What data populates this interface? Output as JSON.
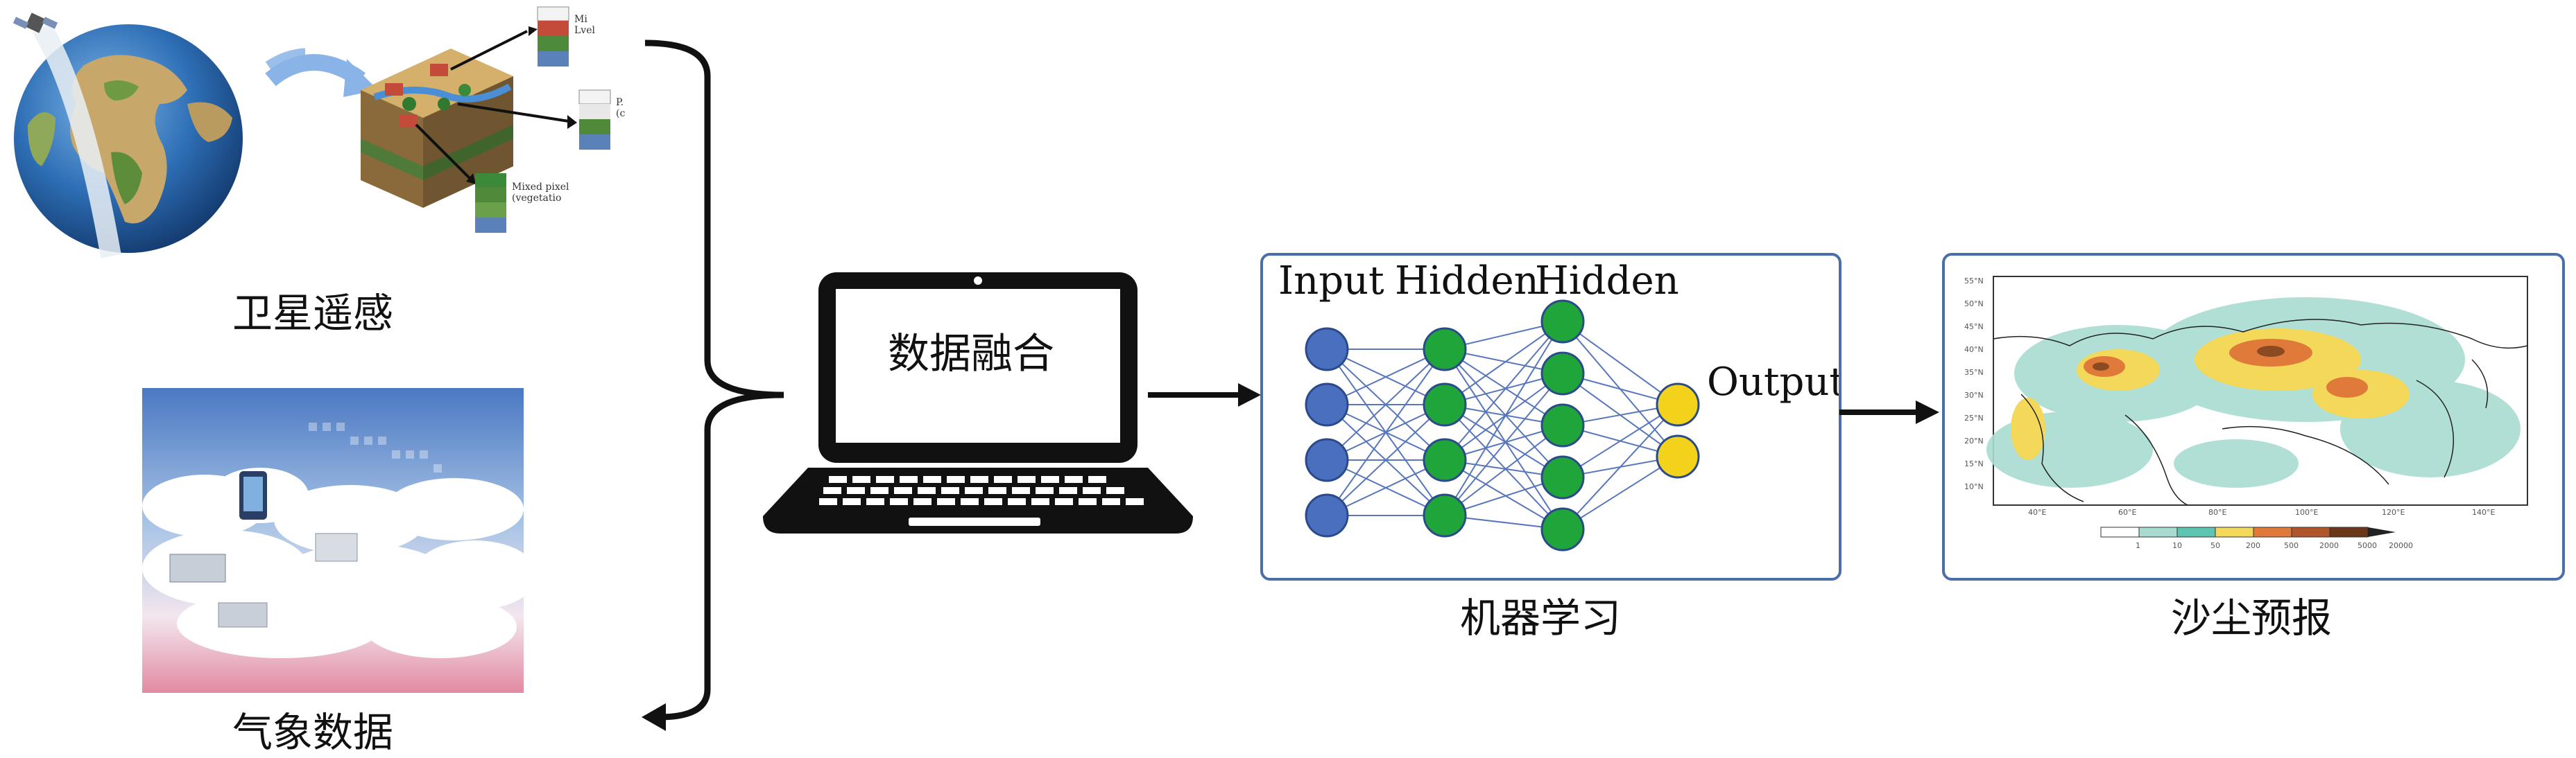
{
  "captions": {
    "satellite": "卫星遥感",
    "meteorological": "气象数据",
    "fusion": "数据融合",
    "machine_learning": "机器学习",
    "dust_forecast": "沙尘预报"
  },
  "neural_network": {
    "input_label": "Input",
    "hidden1_label": "Hidden",
    "hidden2_label": "Hidden",
    "output_label": "Output"
  },
  "satellite_tiles": {
    "tile1": "Mi\nLvel",
    "tile2": "P.\n(c",
    "tile3": "Mixed pixel\n(vegetatio"
  },
  "forecast_map": {
    "lat_ticks": [
      "55°N",
      "50°N",
      "45°N",
      "40°N",
      "35°N",
      "30°N",
      "25°N",
      "20°N",
      "15°N",
      "10°N"
    ],
    "lon_ticks": [
      "40°E",
      "60°E",
      "80°E",
      "100°E",
      "120°E",
      "140°E"
    ],
    "colorbar_ticks": [
      "1",
      "10",
      "50",
      "200",
      "500",
      "2000",
      "5000",
      "20000"
    ]
  },
  "colors": {
    "panel_border": "#4a6fa8",
    "input_node": "#4a6fbf",
    "hidden_node": "#1fa53a",
    "output_node": "#f2d21b",
    "edge": "#3a5fb0"
  }
}
